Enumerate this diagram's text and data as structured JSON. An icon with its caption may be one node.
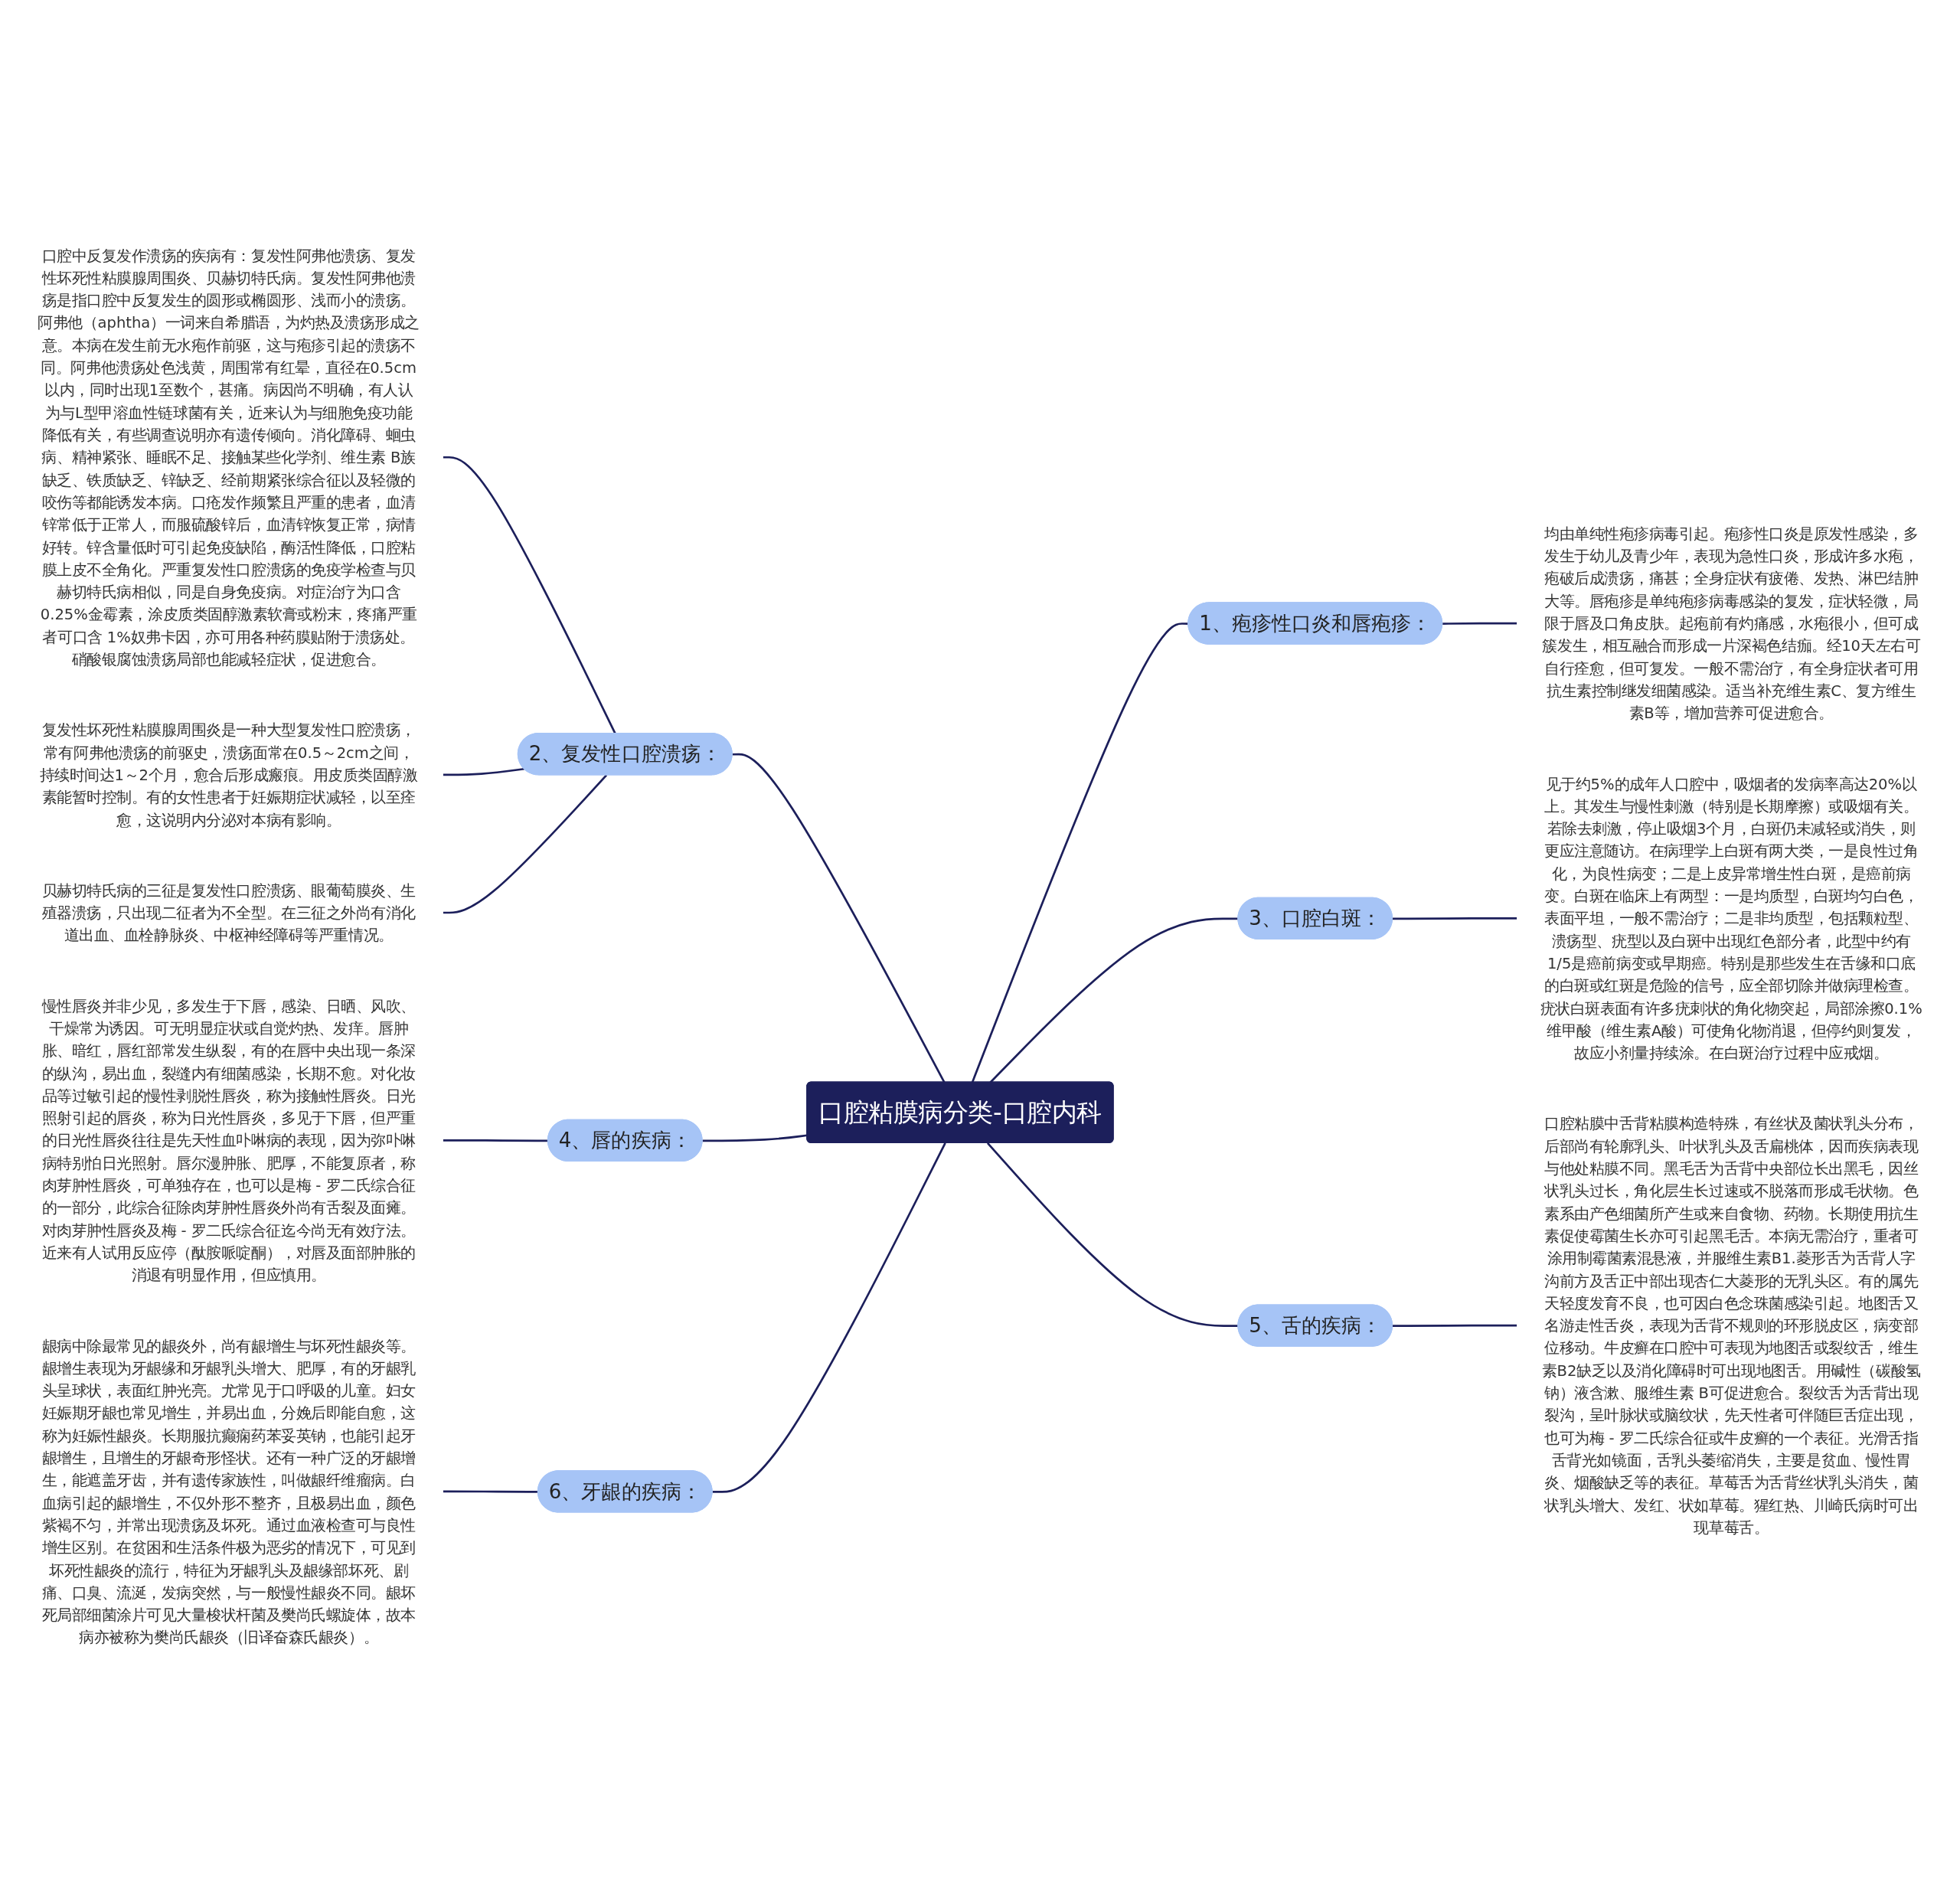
{
  "diagram": {
    "nodes": [
      {
        "text": [
          "口腔粘膜病分类-口腔内科"
        ]
      },
      {
        "text": [
          "1、疱疹性口炎和唇疱疹："
        ]
      },
      {
        "text": [
          "均由单纯性疱疹病毒引起。疱疹性口炎是原发性感染，多发生于幼儿及青少年，表现为急性口炎，形成许多水疱，疱破后成溃疡，痛甚；全身症状有疲倦、发热、淋巴结肿大等。唇疱疹是单纯疱疹病毒感染的复发，症状轻微，局限于唇及口角皮肤。起疱前有灼痛感，水疱很小，但可成簇发生，相互融合而形成一片深褐色结痂。经10天左右可自行痊愈，但可复发。一般不需治疗，有全身症状者可用抗生素控制继发细菌感染。适当补充维生素C、复方维生素B等，增加营养可促进愈合。"
        ]
      },
      {
        "text": [
          "2、复发性口腔溃疡："
        ]
      },
      {
        "text": [
          "口腔中反复发作溃疡的疾病有：复发性阿弗他溃疡、复发性坏死性粘膜腺周围炎、贝赫切特氏病。复发性阿弗他溃疡是指口腔中反复发生的圆形或椭圆形、浅而小的溃疡。阿弗他（aphtha）一词来自希腊语，为灼热及溃疡形成之意。本病在发生前无水疱作前驱，这与疱疹引起的溃疡不同。阿弗他溃疡处色浅黄，周围常有红晕，直径在0.5cm以内，同时出现1至数个，甚痛。病因尚不明确，有人认为与L型甲溶血性链球菌有关，近来认为与细胞免疫功能降低有关，有些调查说明亦有遗传倾向。消化障碍、蛔虫病、精神紧张、睡眠不足、接触某些化学剂、维生素 B族缺乏、铁质缺乏、锌缺乏、经前期紧张综合征以及轻微的咬伤等都能诱发本病。口疮发作频繁且严重的患者，血清锌常低于正常人，而服硫酸锌后，血清锌恢复正常，病情好转。锌含量低时可引起免疫缺陷，酶活性降低，口腔粘膜上皮不全角化。严重复发性口腔溃疡的免疫学检查与贝赫切特氏病相似，同是自身免疫病。对症治疗为口含0.25%金霉素，涂皮质类固醇激素软膏或粉末，疼痛严重者可口含 1%奴弗卡因，亦可用各种药膜贴附于溃疡处。硝酸银腐蚀溃疡局部也能减轻症状，促进愈合。"
        ]
      },
      {
        "text": [
          "复发性坏死性粘膜腺周围炎是一种大型复发性口腔溃疡，常有阿弗他溃疡的前驱史，溃疡面常在0.5～2cm之间，持续时间达1～2个月，愈合后形成瘢痕。用皮质类固醇激素能暂时控制。有的女性患者于妊娠期症状减轻，以至痊愈，这说明内分泌对本病有影响。"
        ]
      },
      {
        "text": [
          "贝赫切特氏病的三征是复发性口腔溃疡、眼葡萄膜炎、生殖器溃疡，只出现二征者为不全型。在三征之外尚有消化道出血、血栓静脉炎、中枢神经障碍等严重情况。"
        ]
      },
      {
        "text": [
          "3、口腔白斑："
        ]
      },
      {
        "text": [
          "见于约5%的成年人口腔中，吸烟者的发病率高达20%以上。其发生与慢性刺激（特别是长期摩擦）或吸烟有关。若除去刺激，停止吸烟3个月，白斑仍未减轻或消失，则更应注意随访。在病理学上白斑有两大类，一是良性过角化，为良性病变；二是上皮异常增生性白斑，是癌前病变。白斑在临床上有两型：一是均质型，白斑均匀白色，表面平坦，一般不需治疗；二是非均质型，包括颗粒型、溃疡型、疣型以及白斑中出现红色部分者，此型中约有1/5是癌前病变或早期癌。特别是那些发生在舌缘和口底的白斑或红斑是危险的信号，应全部切除并做病理检查。疣状白斑表面有许多疣刺状的角化物突起，局部涂擦0.1%维甲酸（维生素A酸）可使角化物消退，但停约则复发，故应小剂量持续涂。在白斑治疗过程中应戒烟。"
        ]
      },
      {
        "text": [
          "4、唇的疾病："
        ]
      },
      {
        "text": [
          "慢性唇炎并非少见，多发生于下唇，感染、日晒、风吹、干燥常为诱因。可无明显症状或自觉灼热、发痒。唇肿胀、暗红，唇红部常发生纵裂，有的在唇中央出现一条深的纵沟，易出血，裂缝内有细菌感染，长期不愈。对化妆品等过敏引起的慢性剥脱性唇炎，称为接触性唇炎。日光照射引起的唇炎，称为日光性唇炎，多见于下唇，但严重的日光性唇炎往往是先天性血卟啉病的表现，因为弥卟啉病特别怕日光照射。唇尔漫肿胀、肥厚，不能复原者，称肉芽肿性唇炎，可单独存在，也可以是梅 - 罗二氏综合征的一部分，此综合征除肉芽肿性唇炎外尚有舌裂及面瘫。对肉芽肿性唇炎及梅 - 罗二氏综合征迄今尚无有效疗法。近来有人试用反应停（酞胺哌啶酮），对唇及面部肿胀的消退有明显作用，但应慎用。"
        ]
      },
      {
        "text": [
          "5、舌的疾病："
        ]
      },
      {
        "text": [
          "口腔粘膜中舌背粘膜构造特殊，有丝状及菌状乳头分布，后部尚有轮廓乳头、叶状乳头及舌扁桃体，因而疾病表现与他处粘膜不同。黑毛舌为舌背中央部位长出黑毛，因丝状乳头过长，角化层生长过速或不脱落而形成毛状物。色素系由产色细菌所产生或来自食物、药物。长期使用抗生素促使霉菌生长亦可引起黑毛舌。本病无需治疗，重者可涂用制霉菌素混悬液，并服维生素B1.菱形舌为舌背人字沟前方及舌正中部出现杏仁大菱形的无乳头区。有的属先天轻度发育不良，也可因白色念珠菌感染引起。地图舌又名游走性舌炎，表现为舌背不规则的环形脱皮区，病变部位移动。牛皮癣在口腔中可表现为地图舌或裂纹舌，维生素B2缺乏以及消化障碍时可出现地图舌。用碱性（碳酸氢钠）液含漱、服维生素 B可促进愈合。裂纹舌为舌背出现裂沟，呈叶脉状或脑纹状，先天性者可伴随巨舌症出现，也可为梅 - 罗二氏综合征或牛皮癣的一个表征。光滑舌指舌背光如镜面，舌乳头萎缩消失，主要是贫血、慢性胃炎、烟酸缺乏等的表征。草莓舌为舌背丝状乳头消失，菌状乳头增大、发红、状如草莓。猩红热、川崎氏病时可出现草莓舌。"
        ]
      },
      {
        "text": [
          "6、牙龈的疾病："
        ]
      },
      {
        "text": [
          "龈病中除最常见的龈炎外，尚有龈增生与坏死性龈炎等。龈增生表现为牙龈缘和牙龈乳头增大、肥厚，有的牙龈乳头呈球状，表面红肿光亮。尤常见于口呼吸的儿童。妇女妊娠期牙龈也常见增生，并易出血，分娩后即能自愈，这称为妊娠性龈炎。长期服抗癫痫药苯妥英钠，也能引起牙龈增生，且增生的牙龈奇形怪状。还有一种广泛的牙龈增生，能遮盖牙齿，并有遗传家族性，叫做龈纤维瘤病。白血病引起的龈增生，不仅外形不整齐，且极易出血，颜色紫褐不匀，并常出现溃疡及坏死。通过血液检查可与良性增生区别。在贫困和生活条件极为恶劣的情况下，可见到坏死性龈炎的流行，特征为牙龈乳头及龈缘部坏死、剧痛、口臭、流涎，发病突然，与一般慢性龈炎不同。龈坏死局部细菌涂片可见大量梭状杆菌及樊尚氏螺旋体，故本病亦被称为樊尚氏龈炎（旧译奋森氏龈炎）。"
        ]
      }
    ],
    "edges": [
      {
        "from": 0,
        "to": 1,
        "arrow": "none"
      },
      {
        "from": 1,
        "to": 2,
        "arrow": "none"
      },
      {
        "from": 3,
        "to": 0,
        "arrow": "none"
      },
      {
        "from": 4,
        "to": 3,
        "arrow": "none"
      },
      {
        "from": 5,
        "to": 3,
        "arrow": "none"
      },
      {
        "from": 6,
        "to": 3,
        "arrow": "none"
      },
      {
        "from": 0,
        "to": 7,
        "arrow": "none"
      },
      {
        "from": 7,
        "to": 8,
        "arrow": "none"
      },
      {
        "from": 9,
        "to": 0,
        "arrow": "none"
      },
      {
        "from": 10,
        "to": 9,
        "arrow": "none"
      },
      {
        "from": 0,
        "to": 11,
        "arrow": "none"
      },
      {
        "from": 11,
        "to": 12,
        "arrow": "none"
      },
      {
        "from": 13,
        "to": 0,
        "arrow": "none"
      },
      {
        "from": 14,
        "to": 13,
        "arrow": "none"
      }
    ]
  }
}
